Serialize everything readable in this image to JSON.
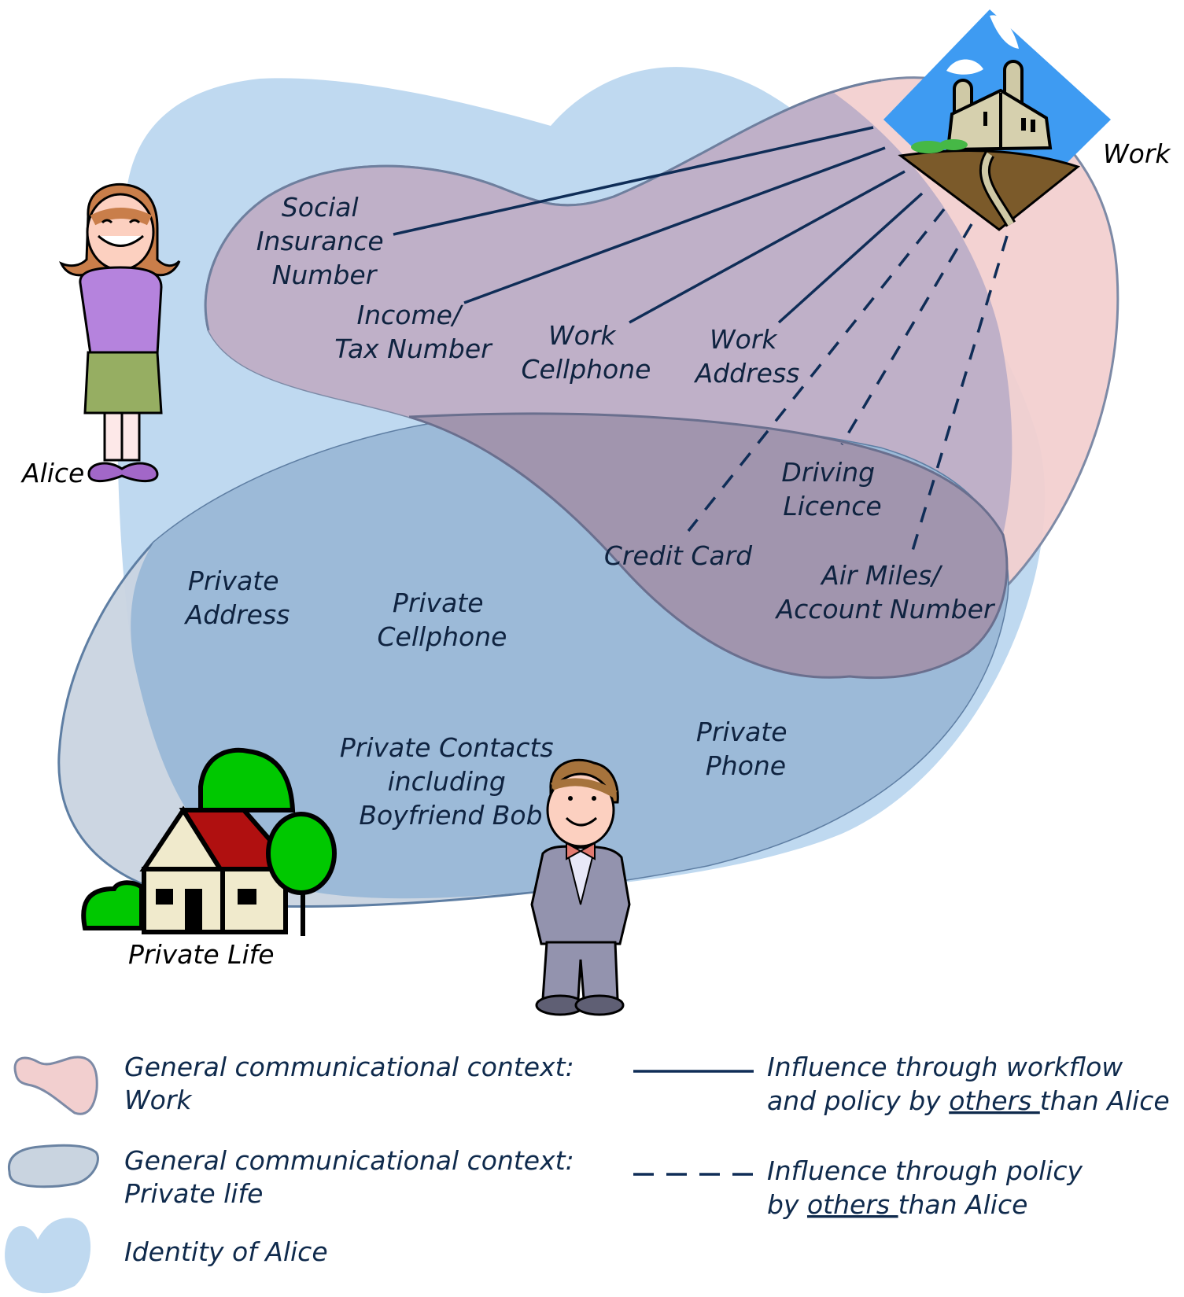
{
  "diagram": {
    "actors": {
      "alice": "Alice",
      "work": "Work",
      "private_life": "Private Life"
    },
    "work_items": {
      "social_insurance": [
        "Social",
        "Insurance",
        "Number"
      ],
      "income_tax": [
        "Income/",
        "Tax Number"
      ],
      "work_cellphone": [
        "Work",
        "Cellphone"
      ],
      "work_address": [
        "Work",
        "Address"
      ]
    },
    "shared_items": {
      "driving_licence": [
        "Driving",
        "Licence"
      ],
      "credit_card": [
        "Credit Card"
      ],
      "air_miles": [
        "Air Miles/",
        "Account Number"
      ]
    },
    "private_items": {
      "private_address": [
        "Private",
        "Address"
      ],
      "private_cellphone": [
        "Private",
        "Cellphone"
      ],
      "private_contacts": [
        "Private Contacts",
        "including",
        "Boyfriend Bob"
      ],
      "private_phone": [
        "Private",
        "Phone"
      ]
    },
    "links": {
      "solid": [
        "social_insurance",
        "income_tax",
        "work_cellphone",
        "work_address"
      ],
      "dashed": [
        "credit_card",
        "driving_licence",
        "air_miles"
      ]
    },
    "colors": {
      "work_context": "#f2cfcf",
      "private_context": "#c9d4e0",
      "identity": "#bfd9f0",
      "outline": "#7289a8",
      "line": "#0f2d57",
      "text": "#0f2340"
    }
  },
  "legend": {
    "work_context": [
      "General communicational context:",
      "Work"
    ],
    "private_context": [
      "General communicational context:",
      "Private life"
    ],
    "identity": "Identity of Alice",
    "solid_line": {
      "line1": "Influence through workflow",
      "line2_pre": "and policy by ",
      "line2_u": "others ",
      "line2_post": "than Alice"
    },
    "dashed_line": {
      "line1": "Influence through policy",
      "line2_pre": "by ",
      "line2_u": "others ",
      "line2_post": "than Alice"
    }
  }
}
